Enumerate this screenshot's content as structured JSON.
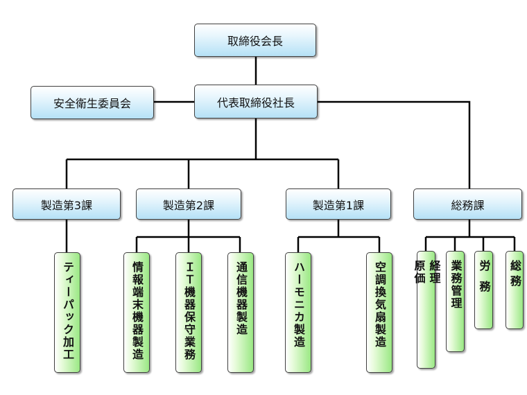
{
  "org": {
    "chairman": "取締役会長",
    "president": "代表取締役社長",
    "safety_committee": "安全衛生委員会",
    "sections": {
      "mfg3": "製造第3課",
      "mfg2": "製造第2課",
      "mfg1": "製造第1課",
      "general": "総務課"
    },
    "units": {
      "tea_pack": "ティーパック加工",
      "info_terminal": "情報端末機器製造",
      "it_maintenance": "ＩＴ機器保守業務",
      "telecom": "通信機器製造",
      "harmonica": "ハーモニカ製造",
      "air_fan": "空調換気扇製造",
      "accounting_a": "経理",
      "accounting_b": "原価",
      "operations": "業務管理",
      "labor": "労務",
      "general_affairs": "総務"
    }
  }
}
